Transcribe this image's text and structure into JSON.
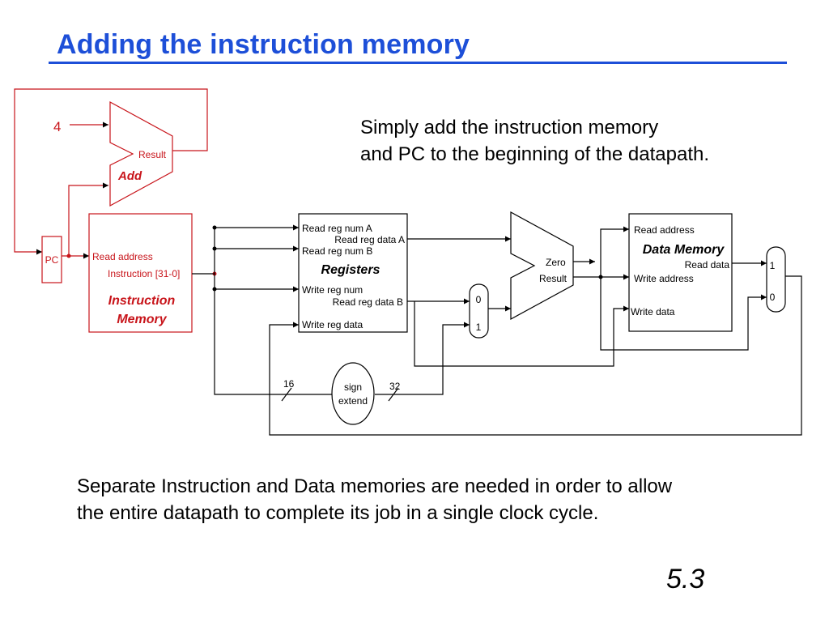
{
  "title": "Adding the instruction memory",
  "description": {
    "line1": "Simply add the instruction memory",
    "line2": "and PC to the beginning of the datapath."
  },
  "note": {
    "line1": "Separate Instruction and Data memories are needed in order to allow",
    "line2": "the entire datapath to complete its job in a single clock cycle."
  },
  "slide_number": "5.3",
  "diagram": {
    "constant_four": "4",
    "adder": {
      "name": "Add",
      "result": "Result"
    },
    "pc": "PC",
    "instruction_memory": {
      "read_address": "Read address",
      "instruction": "Instruction [31-0]",
      "name_line1": "Instruction",
      "name_line2": "Memory"
    },
    "registers": {
      "read_reg_num_a": "Read reg num A",
      "read_reg_data_a": "Read reg data A",
      "read_reg_num_b": "Read reg num B",
      "name": "Registers",
      "write_reg_num": "Write reg num",
      "read_reg_data_b": "Read reg data B",
      "write_reg_data": "Write reg data"
    },
    "alu_mux": {
      "in0": "0",
      "in1": "1"
    },
    "alu": {
      "zero": "Zero",
      "result": "Result"
    },
    "data_memory": {
      "read_address": "Read address",
      "name": "Data Memory",
      "read_data": "Read data",
      "write_address": "Write address",
      "write_data": "Write data"
    },
    "wb_mux": {
      "in1": "1",
      "in0": "0"
    },
    "sign_extend": {
      "line1": "sign",
      "line2": "extend",
      "in_width": "16",
      "out_width": "32"
    }
  },
  "colors": {
    "title": "#1d4fd8",
    "highlight": "#c8151b",
    "wire": "#000000"
  }
}
